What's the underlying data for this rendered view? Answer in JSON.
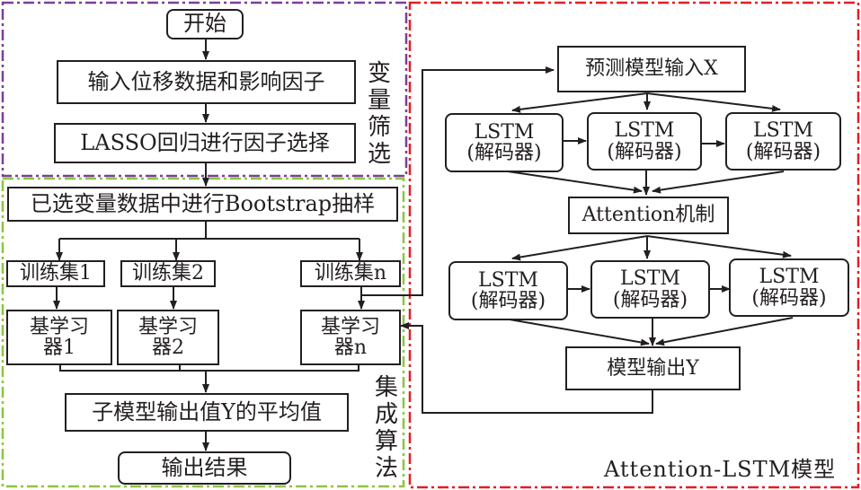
{
  "groups": {
    "variable_selection": {
      "label": "变量筛选",
      "color": "#7b3f98"
    },
    "ensemble": {
      "label": "集成算法",
      "color": "#8cc63f"
    },
    "attention_lstm": {
      "label": "Attention-LSTM模型",
      "color": "#e31e24"
    }
  },
  "left_flow": {
    "start": "开始",
    "input": "输入位移数据和影响因子",
    "lasso": "LASSO回归进行因子选择",
    "bootstrap": "已选变量数据中进行Bootstrap抽样",
    "train_sets": [
      "训练集1",
      "训练集2",
      "训练集n"
    ],
    "learners": [
      {
        "line1": "基学习",
        "line2": "器1"
      },
      {
        "line1": "基学习",
        "line2": "器2"
      },
      {
        "line1": "基学习",
        "line2": "器n"
      }
    ],
    "average": "子模型输出值Y的平均值",
    "output": "输出结果"
  },
  "right_flow": {
    "model_input": "预测模型输入X",
    "lstm_row1": [
      {
        "line1": "LSTM",
        "line2": "(解码器)"
      },
      {
        "line1": "LSTM",
        "line2": "(解码器)"
      },
      {
        "line1": "LSTM",
        "line2": "(解码器)"
      }
    ],
    "attention": "Attention机制",
    "lstm_row2": [
      {
        "line1": "LSTM",
        "line2": "(解码器)"
      },
      {
        "line1": "LSTM",
        "line2": "(解码器)"
      },
      {
        "line1": "LSTM",
        "line2": "(解码器)"
      }
    ],
    "model_output": "模型输出Y"
  }
}
